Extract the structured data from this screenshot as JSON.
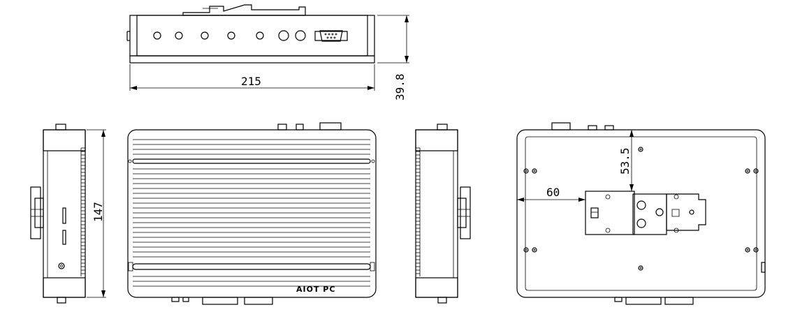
{
  "dimensions": {
    "width": "215",
    "height": "39.8",
    "depth": "147",
    "rail_offset_vertical": "53.5",
    "rail_offset_horizontal": "60"
  },
  "brand_label": "AIOT PC"
}
